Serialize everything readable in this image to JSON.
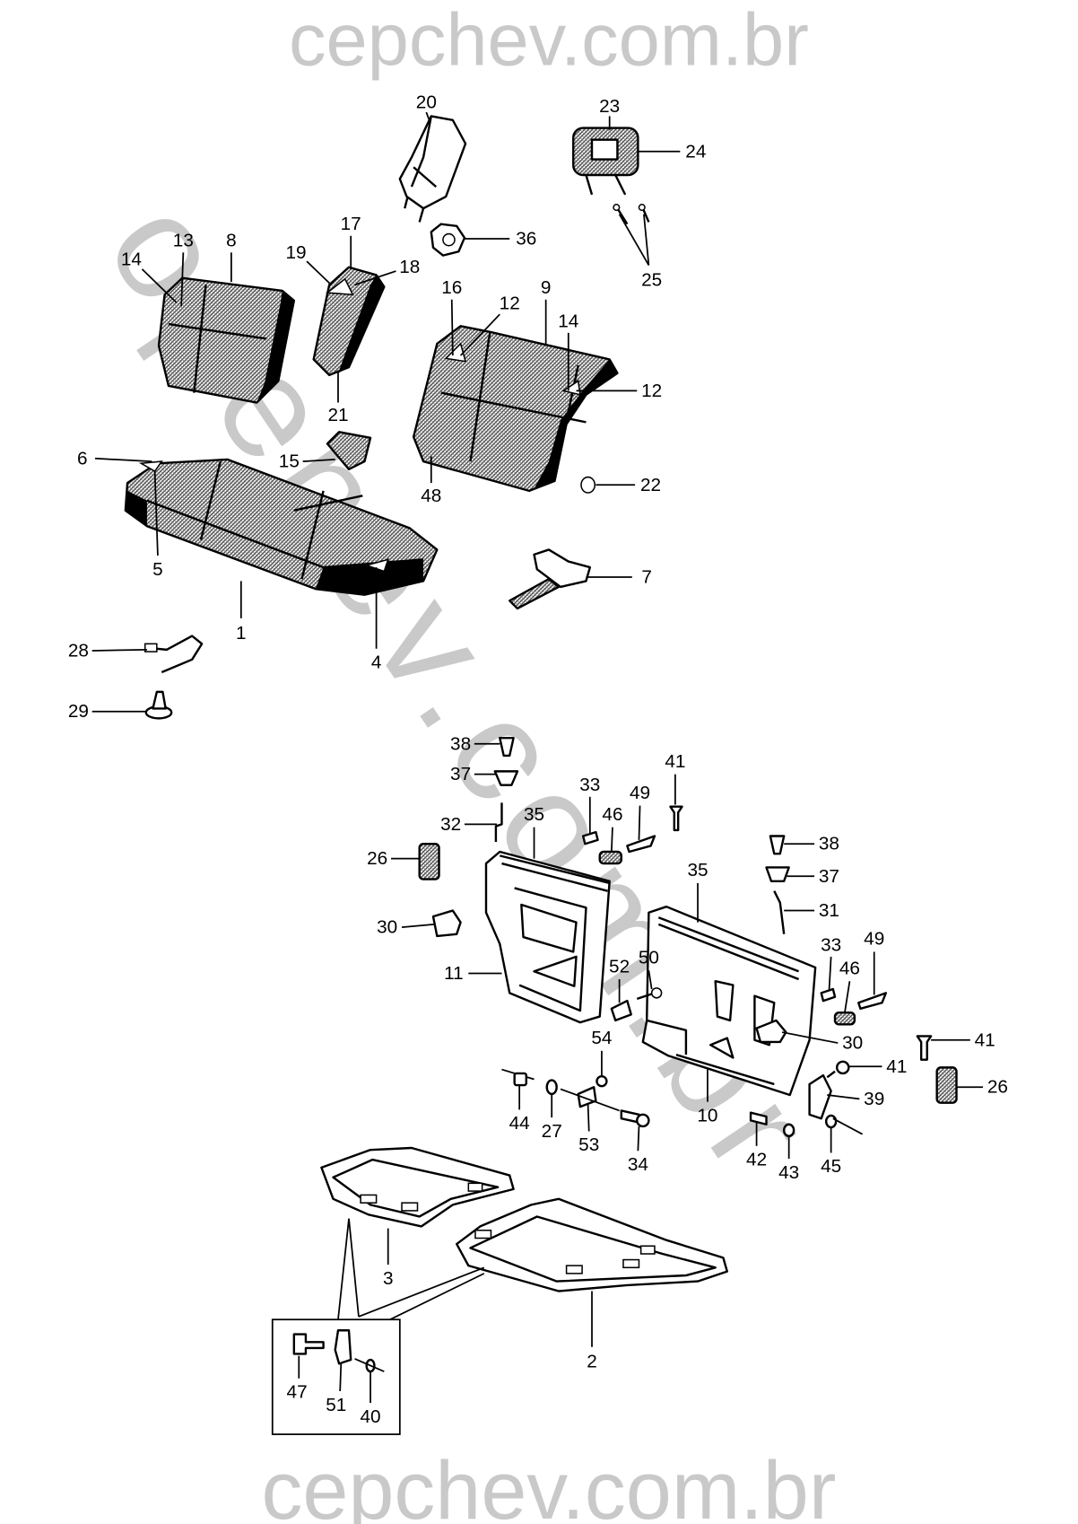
{
  "watermarks": {
    "top": "cepchev.com.br",
    "bottom": "cepchev.com.br",
    "diagonal": "openev.com.br"
  },
  "colors": {
    "line": "#000000",
    "watermark": "#c9c9c9",
    "background": "#ffffff"
  },
  "callouts": [
    "20",
    "23",
    "24",
    "36",
    "25",
    "8",
    "13",
    "14",
    "17",
    "19",
    "18",
    "21",
    "16",
    "12",
    "9",
    "14",
    "12",
    "15",
    "48",
    "22",
    "6",
    "5",
    "1",
    "4",
    "7",
    "28",
    "29",
    "38",
    "37",
    "33",
    "41",
    "49",
    "46",
    "35",
    "32",
    "26",
    "30",
    "11",
    "35",
    "38",
    "37",
    "31",
    "33",
    "49",
    "46",
    "52",
    "50",
    "30",
    "41",
    "41",
    "26",
    "39",
    "54",
    "10",
    "44",
    "27",
    "53",
    "34",
    "42",
    "43",
    "45",
    "3",
    "2",
    "47",
    "51",
    "40"
  ]
}
